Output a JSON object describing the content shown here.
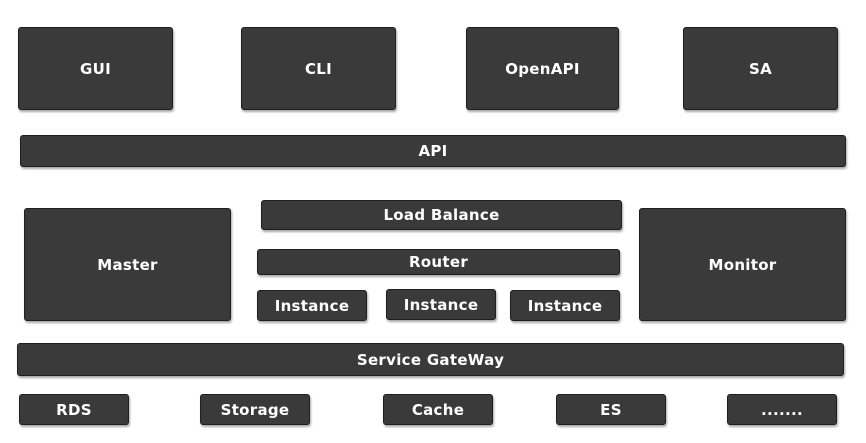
{
  "clients": {
    "gui": "GUI",
    "cli": "CLI",
    "openapi": "OpenAPI",
    "sa": "SA"
  },
  "api": "API",
  "core": {
    "master": "Master",
    "load_balance": "Load Balance",
    "router": "Router",
    "instances": [
      "Instance",
      "Instance",
      "Instance"
    ],
    "monitor": "Monitor"
  },
  "gateway": "Service GateWay",
  "storage_layer": {
    "rds": "RDS",
    "storage": "Storage",
    "cache": "Cache",
    "es": "ES",
    "more": "......."
  },
  "colors": {
    "box_fill": "#3a3a3a",
    "box_text": "#ffffff",
    "background": "#ffffff"
  }
}
